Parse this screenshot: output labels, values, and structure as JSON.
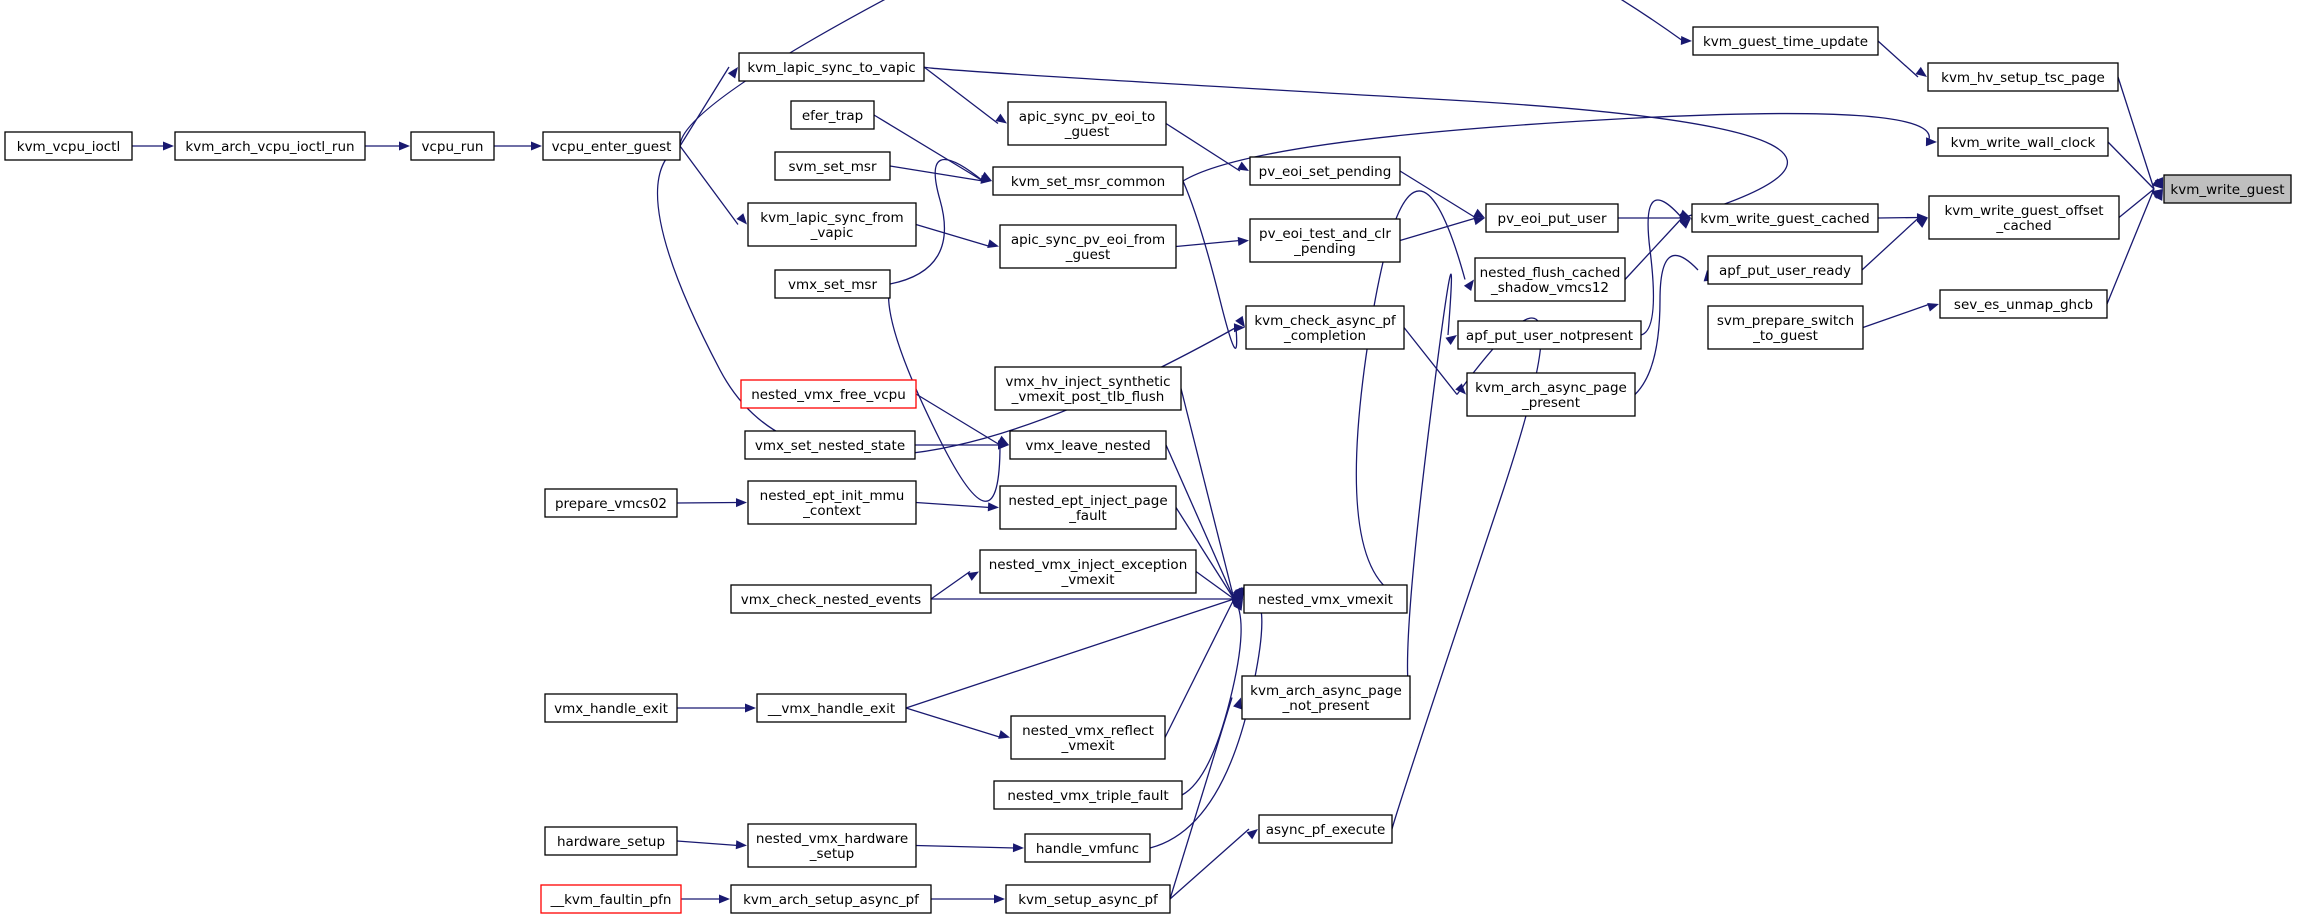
{
  "colors": {
    "edge": "#191970",
    "node_border": "#000000",
    "truncated_border": "#ff0000",
    "root_fill": "#bfbfbf"
  },
  "nodes": {
    "kvm_vcpu_ioctl": [
      "kvm_vcpu_ioctl"
    ],
    "kvm_arch_vcpu_ioctl_run": [
      "kvm_arch_vcpu_ioctl_run"
    ],
    "vcpu_run": [
      "vcpu_run"
    ],
    "vcpu_enter_guest": [
      "vcpu_enter_guest"
    ],
    "kvm_lapic_sync_to_vapic": [
      "kvm_lapic_sync_to_vapic"
    ],
    "efer_trap": [
      "efer_trap"
    ],
    "svm_set_msr": [
      "svm_set_msr"
    ],
    "kvm_lapic_sync_from_vapic": [
      "kvm_lapic_sync_from",
      "_vapic"
    ],
    "vmx_set_msr": [
      "vmx_set_msr"
    ],
    "nested_vmx_free_vcpu": [
      "nested_vmx_free_vcpu"
    ],
    "vmx_set_nested_state": [
      "vmx_set_nested_state"
    ],
    "prepare_vmcs02": [
      "prepare_vmcs02"
    ],
    "nested_ept_init_mmu_context": [
      "nested_ept_init_mmu",
      "_context"
    ],
    "vmx_check_nested_events": [
      "vmx_check_nested_events"
    ],
    "vmx_handle_exit": [
      "vmx_handle_exit"
    ],
    "__vmx_handle_exit": [
      "__vmx_handle_exit"
    ],
    "hardware_setup": [
      "hardware_setup"
    ],
    "nested_vmx_hardware_setup": [
      "nested_vmx_hardware",
      "_setup"
    ],
    "__kvm_faultin_pfn": [
      "__kvm_faultin_pfn"
    ],
    "kvm_arch_setup_async_pf": [
      "kvm_arch_setup_async_pf"
    ],
    "apic_sync_pv_eoi_to_guest": [
      "apic_sync_pv_eoi_to",
      "_guest"
    ],
    "kvm_set_msr_common": [
      "kvm_set_msr_common"
    ],
    "apic_sync_pv_eoi_from_guest": [
      "apic_sync_pv_eoi_from",
      "_guest"
    ],
    "vmx_hv_inject_synthetic_vmexit_post_tlb_flush": [
      "vmx_hv_inject_synthetic",
      "_vmexit_post_tlb_flush"
    ],
    "vmx_leave_nested": [
      "vmx_leave_nested"
    ],
    "nested_ept_inject_page_fault": [
      "nested_ept_inject_page",
      "_fault"
    ],
    "nested_vmx_inject_exception_vmexit": [
      "nested_vmx_inject_exception",
      "_vmexit"
    ],
    "nested_vmx_reflect_vmexit": [
      "nested_vmx_reflect",
      "_vmexit"
    ],
    "nested_vmx_triple_fault": [
      "nested_vmx_triple_fault"
    ],
    "handle_vmfunc": [
      "handle_vmfunc"
    ],
    "kvm_setup_async_pf": [
      "kvm_setup_async_pf"
    ],
    "pv_eoi_set_pending": [
      "pv_eoi_set_pending"
    ],
    "pv_eoi_test_and_clr_pending": [
      "pv_eoi_test_and_clr",
      "_pending"
    ],
    "kvm_check_async_pf_completion": [
      "kvm_check_async_pf",
      "_completion"
    ],
    "nested_vmx_vmexit": [
      "nested_vmx_vmexit"
    ],
    "kvm_arch_async_page_not_present": [
      "kvm_arch_async_page",
      "_not_present"
    ],
    "async_pf_execute": [
      "async_pf_execute"
    ],
    "pv_eoi_put_user": [
      "pv_eoi_put_user"
    ],
    "nested_flush_cached_shadow_vmcs12": [
      "nested_flush_cached",
      "_shadow_vmcs12"
    ],
    "apf_put_user_notpresent": [
      "apf_put_user_notpresent"
    ],
    "kvm_arch_async_page_present": [
      "kvm_arch_async_page",
      "_present"
    ],
    "kvm_guest_time_update": [
      "kvm_guest_time_update"
    ],
    "kvm_write_guest_cached": [
      "kvm_write_guest_cached"
    ],
    "apf_put_user_ready": [
      "apf_put_user_ready"
    ],
    "svm_prepare_switch_to_guest": [
      "svm_prepare_switch",
      "_to_guest"
    ],
    "kvm_hv_setup_tsc_page": [
      "kvm_hv_setup_tsc_page"
    ],
    "kvm_write_wall_clock": [
      "kvm_write_wall_clock"
    ],
    "kvm_write_guest_offset_cached": [
      "kvm_write_guest_offset",
      "_cached"
    ],
    "sev_es_unmap_ghcb": [
      "sev_es_unmap_ghcb"
    ],
    "kvm_write_guest": [
      "kvm_write_guest"
    ]
  }
}
